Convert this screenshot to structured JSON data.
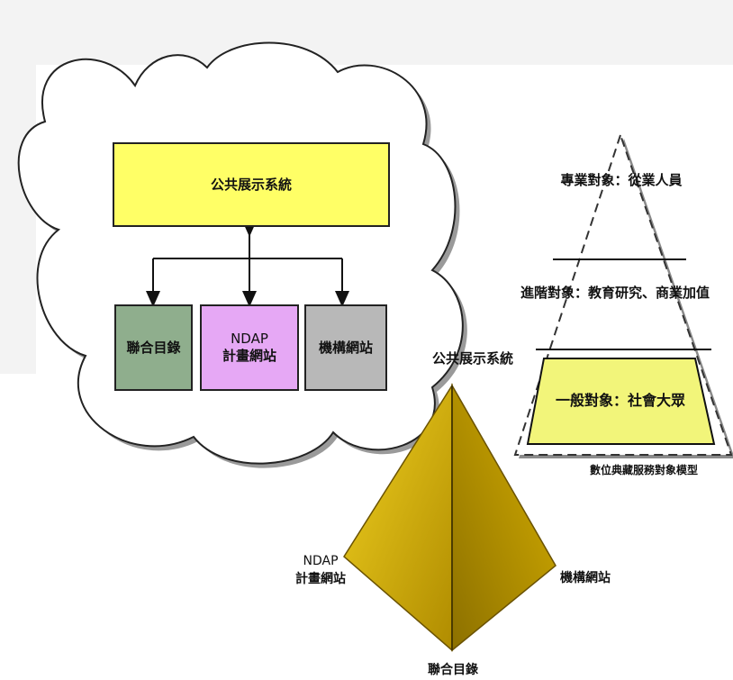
{
  "cloud_diagram": {
    "top_box": "公共展示系統",
    "box_union_catalog": "聯合目錄",
    "box_ndap_line1": "NDAP",
    "box_ndap_line2": "計畫網站",
    "box_institution": "機構網站",
    "colors": {
      "top_box": "#ffff66",
      "union_catalog": "#8fae8d",
      "ndap": "#e6a8f5",
      "institution": "#b8b8b8"
    }
  },
  "audience_pyramid": {
    "tier_professional": "專業對象：從業人員",
    "tier_advanced": "進階對象：教育研究、商業加值",
    "tier_general": "一般對象：社會大眾",
    "public_system_label": "公共展示系統",
    "caption": "數位典藏服務對象模型",
    "colors": {
      "general_fill": "#f2f57a"
    }
  },
  "gold_pyramid": {
    "label_ndap_line1": "NDAP",
    "label_ndap_line2": "計畫網站",
    "label_institution": "機構網站",
    "label_union_catalog": "聯合目錄",
    "colors": {
      "face_light": "#e0b800",
      "face_dark": "#a88800"
    }
  }
}
